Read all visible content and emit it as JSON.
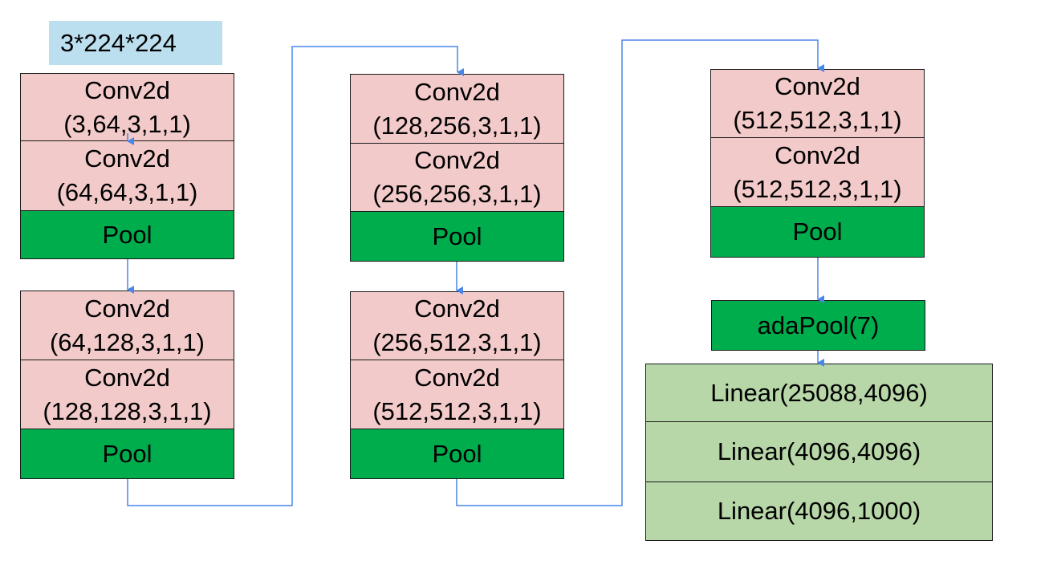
{
  "input": {
    "label": "3*224*224"
  },
  "columns": [
    {
      "blocks": [
        {
          "convs": [
            {
              "name": "Conv2d",
              "params": "(3,64,3,1,1)"
            },
            {
              "name": "Conv2d",
              "params": "(64,64,3,1,1)"
            }
          ],
          "pool": "Pool"
        },
        {
          "convs": [
            {
              "name": "Conv2d",
              "params": "(64,128,3,1,1)"
            },
            {
              "name": "Conv2d",
              "params": "(128,128,3,1,1)"
            }
          ],
          "pool": "Pool"
        }
      ]
    },
    {
      "blocks": [
        {
          "convs": [
            {
              "name": "Conv2d",
              "params": "(128,256,3,1,1)"
            },
            {
              "name": "Conv2d",
              "params": "(256,256,3,1,1)"
            }
          ],
          "pool": "Pool"
        },
        {
          "convs": [
            {
              "name": "Conv2d",
              "params": "(256,512,3,1,1)"
            },
            {
              "name": "Conv2d",
              "params": "(512,512,3,1,1)"
            }
          ],
          "pool": "Pool"
        }
      ]
    },
    {
      "blocks": [
        {
          "convs": [
            {
              "name": "Conv2d",
              "params": "(512,512,3,1,1)"
            },
            {
              "name": "Conv2d",
              "params": "(512,512,3,1,1)"
            }
          ],
          "pool": "Pool"
        }
      ]
    }
  ],
  "adapool": {
    "label": "adaPool(7)"
  },
  "linear_layers": [
    {
      "label": "Linear(25088,4096)"
    },
    {
      "label": "Linear(4096,4096)"
    },
    {
      "label": "Linear(4096,1000)"
    }
  ],
  "colors": {
    "conv": "#f3caca",
    "pool": "#00ad4d",
    "input": "#bcdff0",
    "linear": "#b7d7a8",
    "arrow": "#4a86e8"
  }
}
